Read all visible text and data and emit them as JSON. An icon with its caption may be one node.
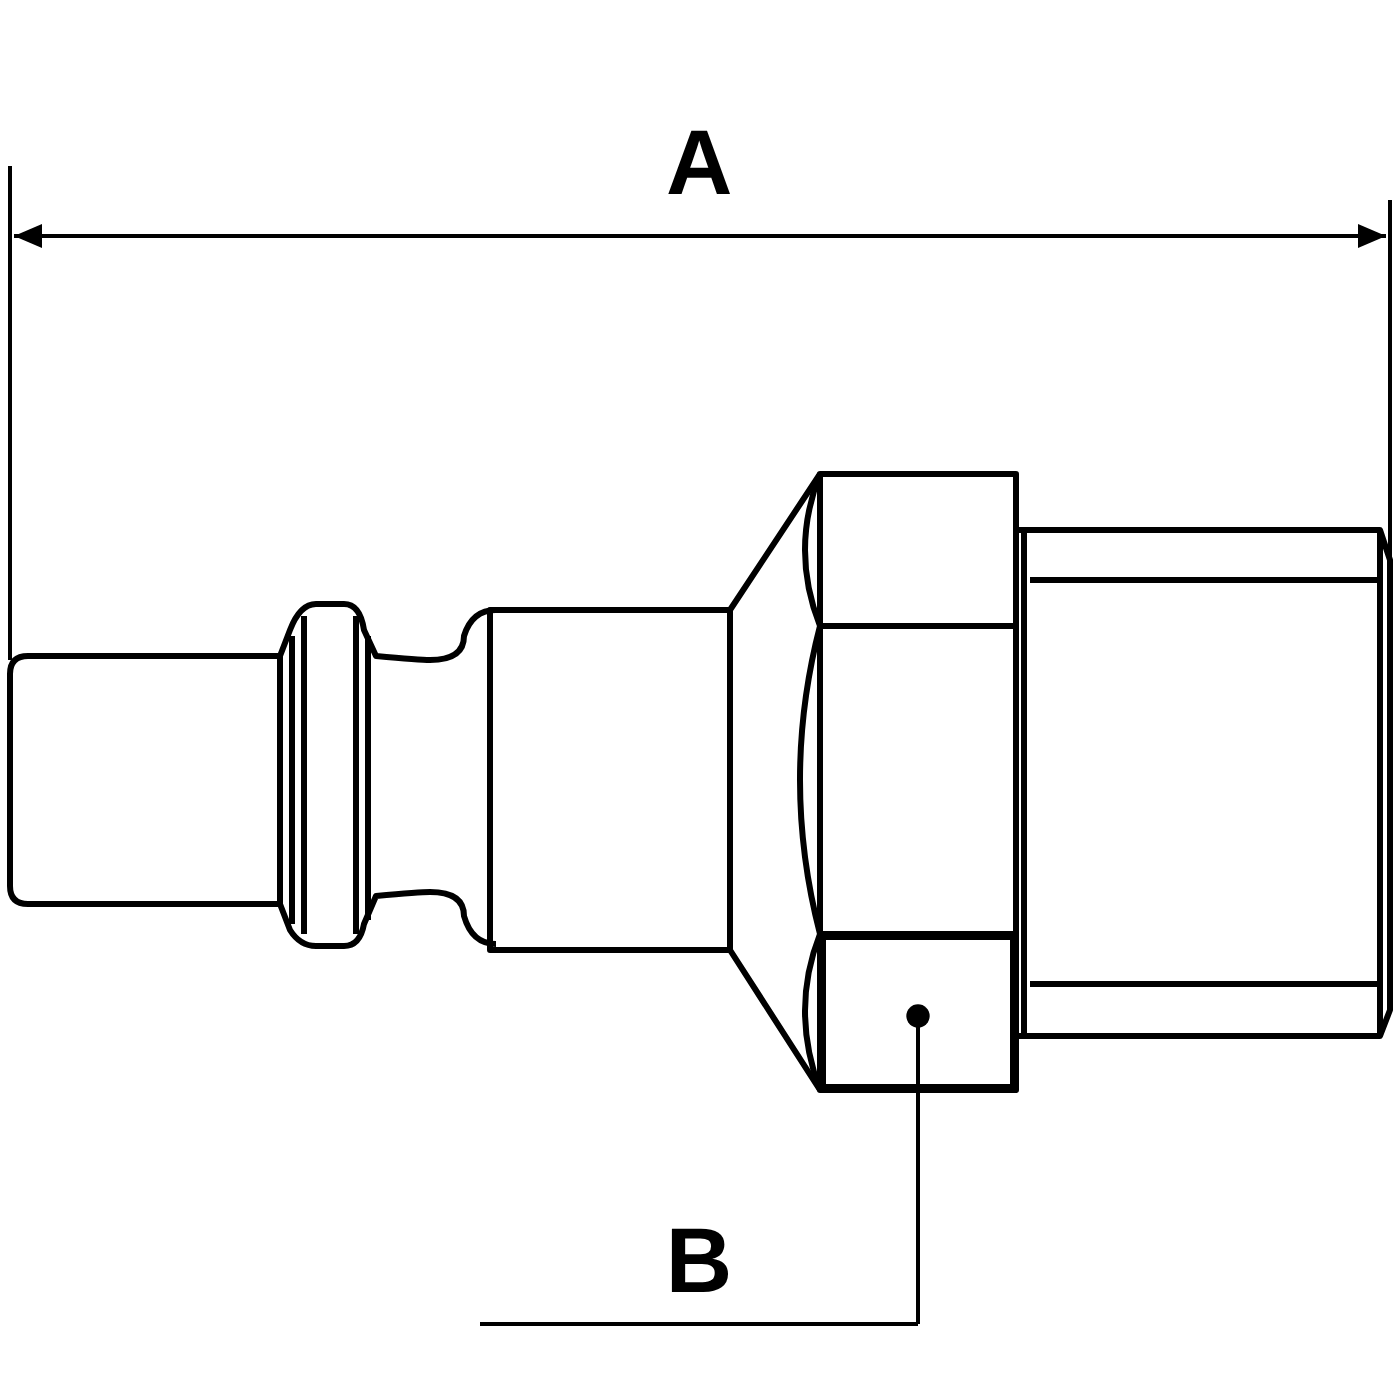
{
  "diagram": {
    "nodes": [
      {
        "text": [
          "B"
        ]
      },
      {
        "text": [],
        "shape": "box"
      }
    ],
    "edges": [
      {
        "from": 0,
        "to": 1,
        "arrow": "other"
      }
    ],
    "labels": [
      "A"
    ]
  }
}
